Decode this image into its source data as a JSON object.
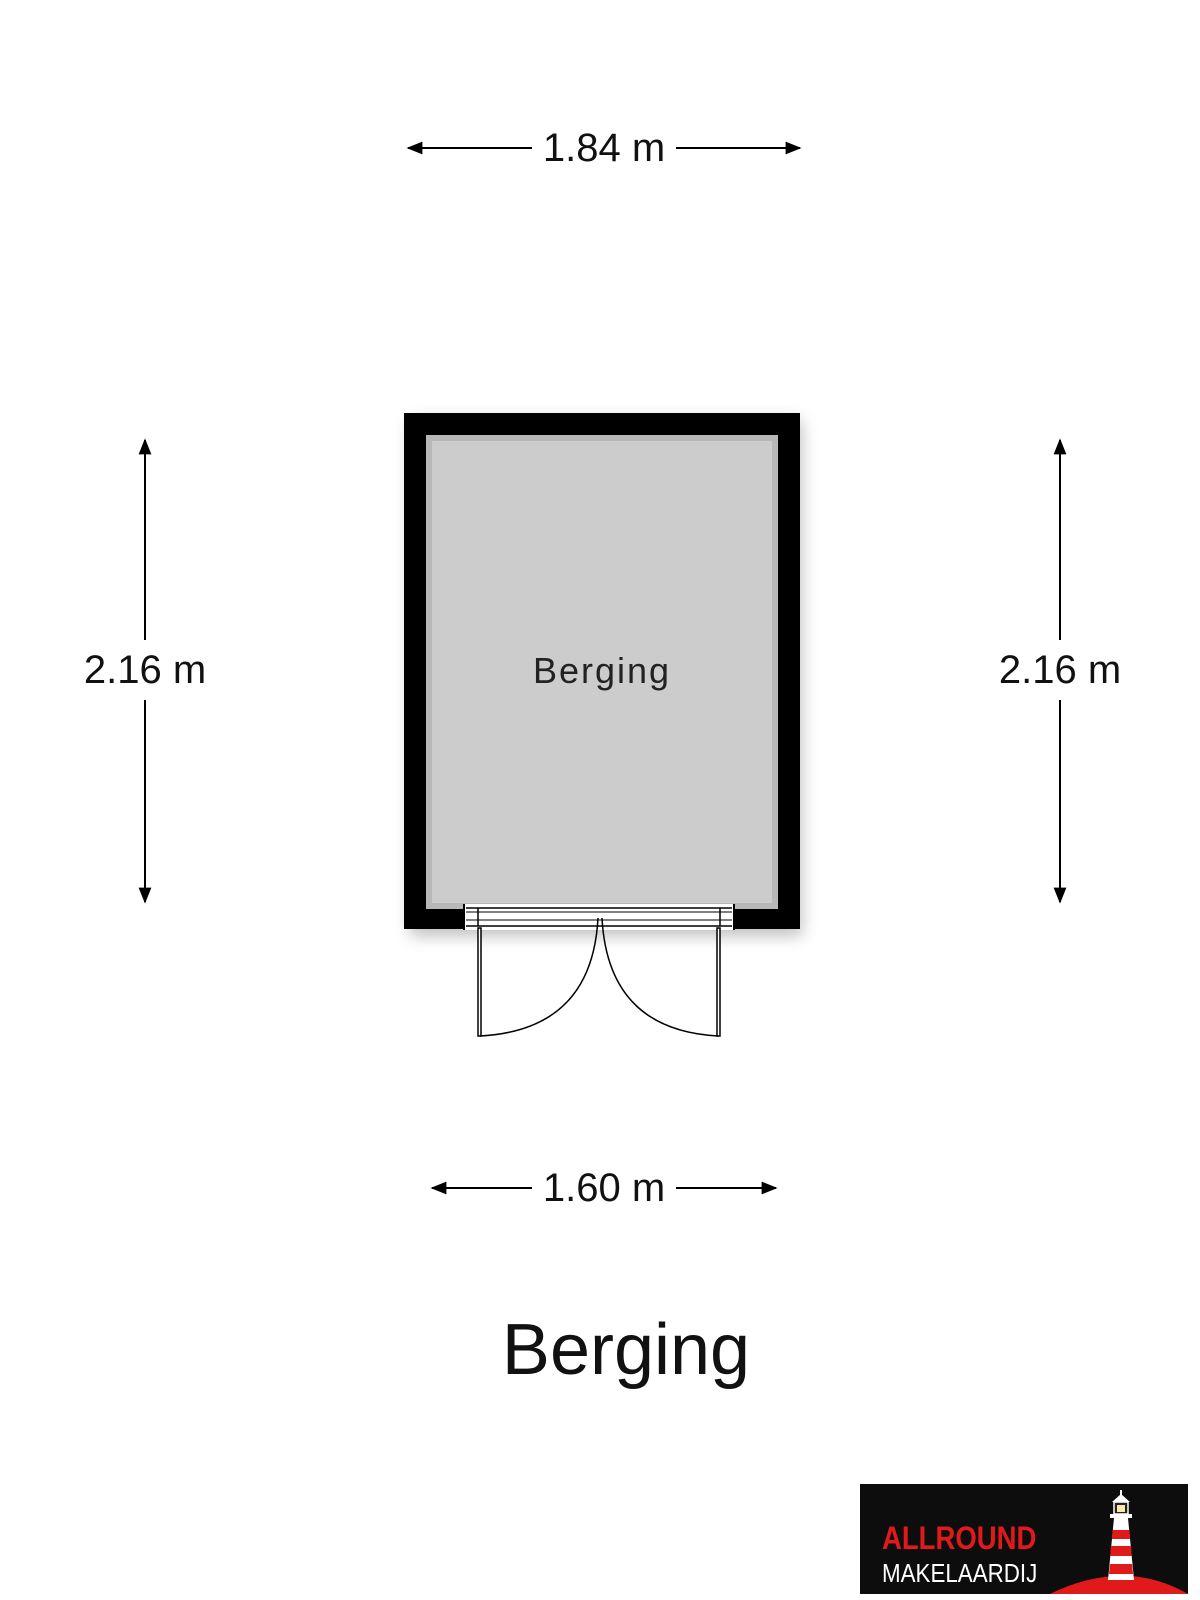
{
  "dimensions": {
    "top_width": "1.84 m",
    "left_height": "2.16 m",
    "right_height": "2.16 m",
    "bottom_width": "1.60 m"
  },
  "room": {
    "label": "Berging",
    "fill_color": "#cccccc",
    "wall_color": "#000000"
  },
  "plan_title": "Berging",
  "logo": {
    "line1": "ALLROUND",
    "line2": "MAKELAARDIJ",
    "accent_color": "#e01a1a",
    "background_color": "#0d0d0d",
    "icon": "lighthouse-icon"
  }
}
